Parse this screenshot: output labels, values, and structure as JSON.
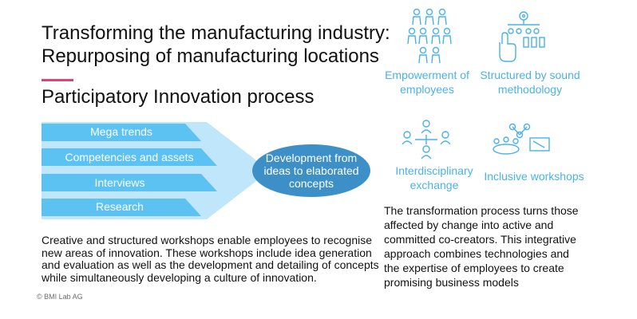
{
  "slide": {
    "title_line1": "Transforming the manufacturing industry:",
    "title_line2": "Repurposing of manufacturing locations",
    "subtitle": "Participatory Innovation process",
    "accent_color": "#e8406c"
  },
  "funnel": {
    "color": "#5bc2f2",
    "items": [
      "Mega trends",
      "Competencies and assets",
      "Interviews",
      "Research"
    ],
    "result": {
      "line1": "Development from",
      "line2": "ideas to elaborated",
      "line3": "concepts",
      "color": "#3d8fc7"
    }
  },
  "body_text": "Creative and structured workshops enable employees to recognise new areas of innovation. These workshops include idea generation and evaluation as well as the development and detailing of concepts while simultaneously developing a culture of innovation.",
  "features": {
    "icon_color": "#4ab2e6",
    "items": [
      {
        "label_line1": "Empowerment of",
        "label_line2": "employees",
        "icon": "people-group-icon"
      },
      {
        "label_line1": "Structured by sound",
        "label_line2": "methodology",
        "icon": "hand-network-icon"
      },
      {
        "label_line1": "Interdisciplinary",
        "label_line2": "exchange",
        "icon": "person-exchange-icon"
      },
      {
        "label_line1": "Inclusive workshops",
        "label_line2": "",
        "icon": "workshop-table-icon"
      }
    ]
  },
  "right_text": "The transformation process turns those affected by change into active and committed co-creators. This integrative approach combines technologies and the expertise of employees to create promising business models",
  "copyright": "© BMI Lab AG"
}
